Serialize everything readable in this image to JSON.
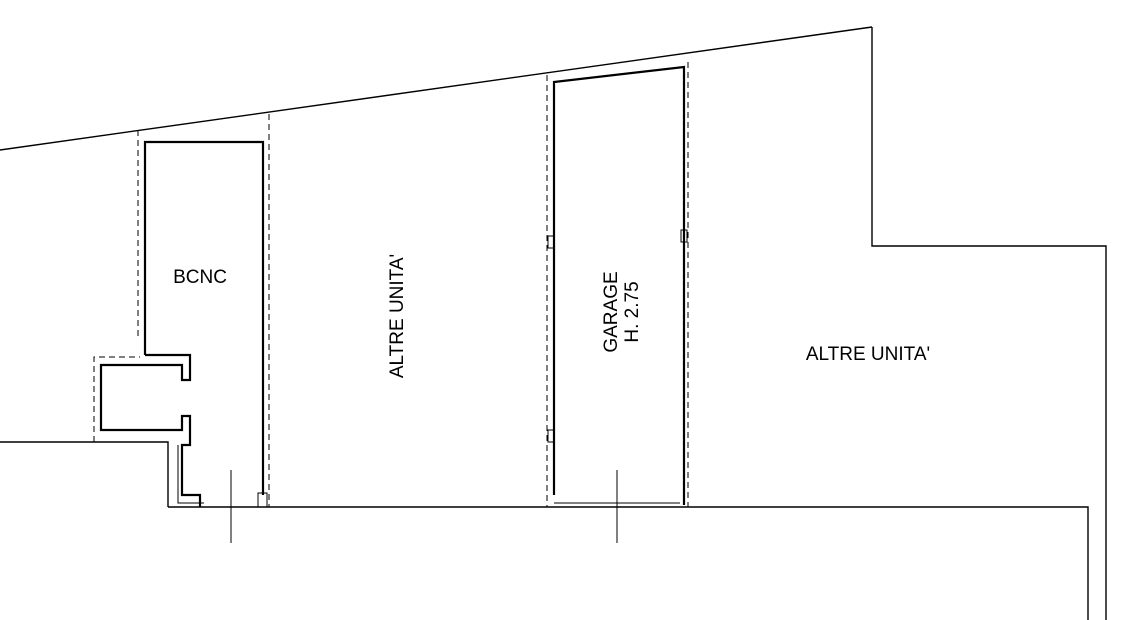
{
  "labels": {
    "bcnc": "BCNC",
    "altre_unita_left": "ALTRE UNITA'",
    "garage_name": "GARAGE",
    "garage_height": "H. 2.75",
    "altre_unita_right": "ALTRE UNITA'"
  },
  "colors": {
    "line": "#000000",
    "background": "#ffffff"
  }
}
